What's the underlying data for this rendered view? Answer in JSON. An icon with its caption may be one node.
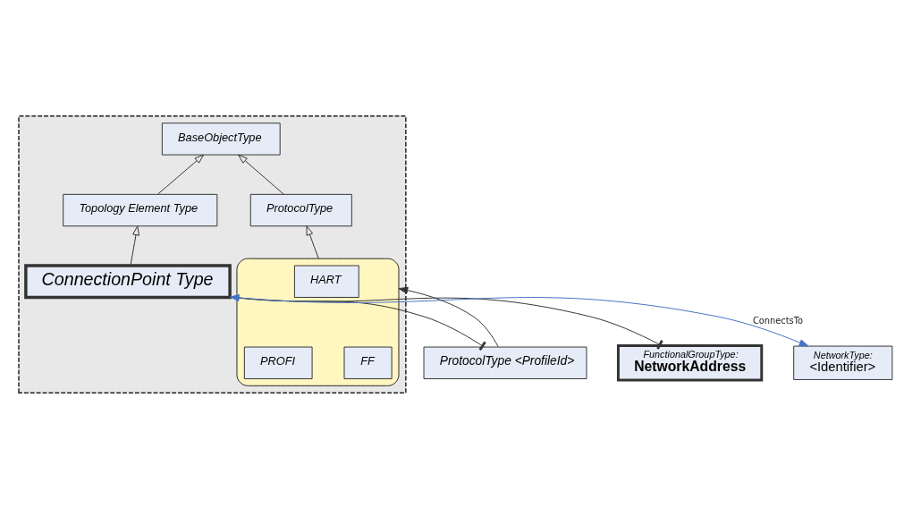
{
  "diagram": {
    "nodes": [
      {
        "text": [],
        "shape": "box"
      },
      {
        "text": [
          "BaseObjectType"
        ],
        "in": 0
      },
      {
        "text": [
          "ProtocolType"
        ],
        "in": 0
      },
      {
        "text": [
          "Topology Element Type"
        ],
        "in": 0
      },
      {
        "text": [],
        "shape": "ellipse",
        "in": 0
      },
      {
        "text": [
          "HART"
        ],
        "in": 4
      },
      {
        "text": [
          "FF"
        ],
        "in": 4
      },
      {
        "text": [
          "PROFI"
        ],
        "in": 4
      },
      {
        "text": [
          "ConnectionPoint Type"
        ],
        "in": 0
      },
      {
        "text": [
          "ProtocolType <ProfileId>"
        ]
      },
      {
        "text": [
          "FunctionalGroupType:",
          "NetworkAddress"
        ]
      },
      {
        "text": [
          "NetworkType:",
          "<Identifier>"
        ]
      }
    ],
    "edges": [
      {
        "from": 2,
        "to": 1,
        "arrow": "to"
      },
      {
        "from": 3,
        "to": 1,
        "arrow": "to"
      },
      {
        "from": 4,
        "to": 2,
        "arrow": "to"
      },
      {
        "from": 8,
        "to": 3,
        "arrow": "to"
      },
      {
        "from": 9,
        "to": 4,
        "arrow": "to"
      },
      {
        "from": 8,
        "to": 9,
        "arrow": "other"
      },
      {
        "from": 8,
        "to": 10,
        "arrow": "other"
      },
      {
        "from": 8,
        "to": 11,
        "label": "ConnectsTo",
        "arrow": "both",
        "color": "#4472c4"
      }
    ]
  }
}
